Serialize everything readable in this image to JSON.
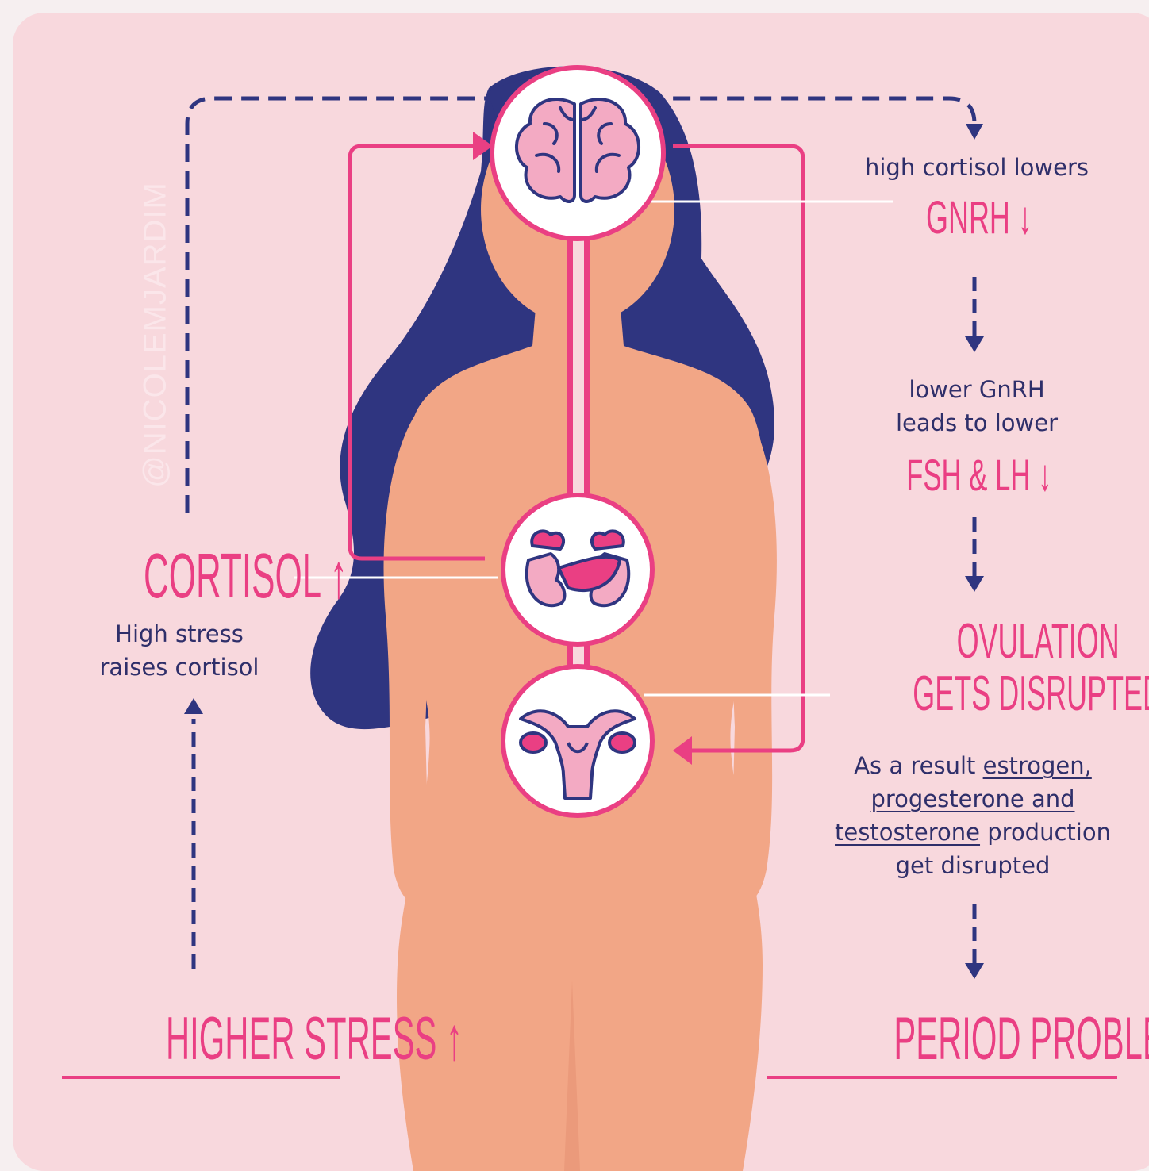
{
  "watermark": "@NICOLEMJARDIM",
  "steps": {
    "gnrh": {
      "caption": "high cortisol lowers",
      "heading": "GNRH",
      "arrow": "↓"
    },
    "fsh": {
      "caption_line1": "lower GnRH",
      "caption_line2": "leads to lower",
      "heading": "FSH & LH",
      "arrow": "↓"
    },
    "ovulation": {
      "heading_line1": "OVULATION",
      "heading_line2": "GETS DISRUPTED",
      "caption_prefix": "As a result ",
      "caption_link1": "estrogen,",
      "caption_link2": "progesterone and",
      "caption_link3": "testosterone",
      "caption_suffix": " production",
      "caption_line4": "get disrupted"
    },
    "period": {
      "heading": "PERIOD PROBLEMS"
    },
    "cortisol": {
      "heading": "CORTISOL",
      "arrow": "↑",
      "caption_line1": "High stress",
      "caption_line2": "raises cortisol"
    },
    "stress": {
      "heading": "HIGHER STRESS",
      "arrow": "↑"
    }
  },
  "organs": [
    "brain-icon",
    "adrenal-kidneys-icon",
    "uterus-ovaries-icon"
  ],
  "colors": {
    "background": "#f8d8dd",
    "accent_pink": "#ea3f83",
    "navy": "#2f3580",
    "skin": "#f2a686",
    "text_dark": "#2f2f6a"
  }
}
